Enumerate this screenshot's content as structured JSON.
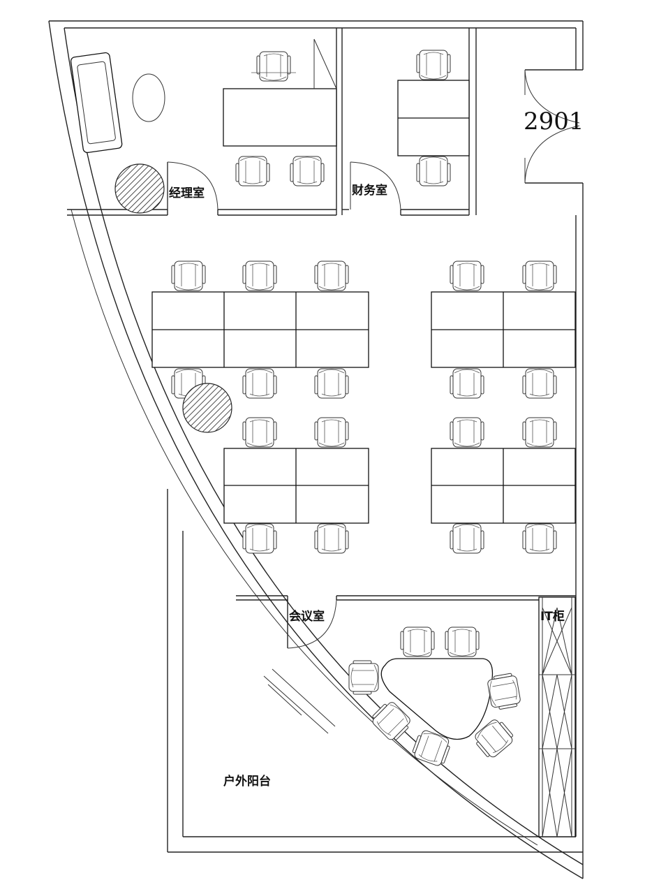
{
  "plan": {
    "unit_number": "2901",
    "rooms": {
      "manager_office": "经理室",
      "finance_office": "财务室",
      "meeting_room": "会议室",
      "it_cabinet": "IT柜",
      "outdoor_balcony": "户外阳台"
    }
  }
}
